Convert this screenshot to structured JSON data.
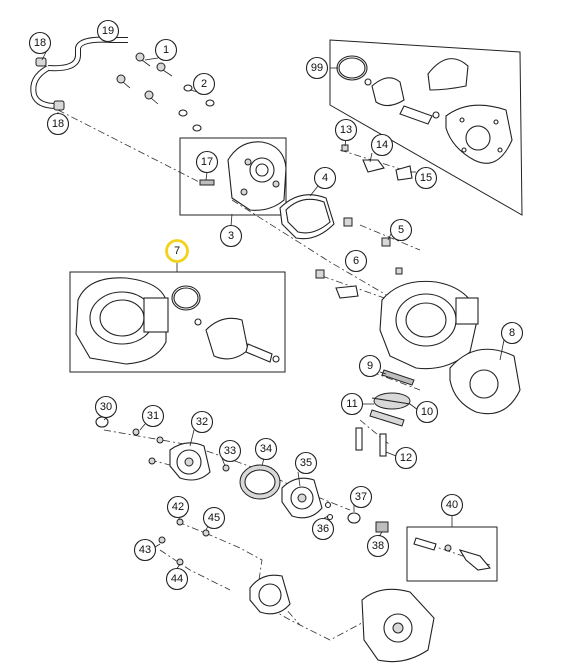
{
  "highlight_color": "#f2d21b",
  "callouts": [
    {
      "id": "c18a",
      "label": "18"
    },
    {
      "id": "c19",
      "label": "19"
    },
    {
      "id": "c1",
      "label": "1"
    },
    {
      "id": "c2",
      "label": "2"
    },
    {
      "id": "c18b",
      "label": "18"
    },
    {
      "id": "c99",
      "label": "99"
    },
    {
      "id": "c13",
      "label": "13"
    },
    {
      "id": "c14",
      "label": "14"
    },
    {
      "id": "c15",
      "label": "15"
    },
    {
      "id": "c17",
      "label": "17"
    },
    {
      "id": "c3",
      "label": "3"
    },
    {
      "id": "c4",
      "label": "4"
    },
    {
      "id": "c5",
      "label": "5"
    },
    {
      "id": "c6",
      "label": "6"
    },
    {
      "id": "c7",
      "label": "7"
    },
    {
      "id": "c8",
      "label": "8"
    },
    {
      "id": "c9",
      "label": "9"
    },
    {
      "id": "c11",
      "label": "11"
    },
    {
      "id": "c10",
      "label": "10"
    },
    {
      "id": "c12",
      "label": "12"
    },
    {
      "id": "c30",
      "label": "30"
    },
    {
      "id": "c31",
      "label": "31"
    },
    {
      "id": "c32",
      "label": "32"
    },
    {
      "id": "c33",
      "label": "33"
    },
    {
      "id": "c34",
      "label": "34"
    },
    {
      "id": "c35",
      "label": "35"
    },
    {
      "id": "c37",
      "label": "37"
    },
    {
      "id": "c36",
      "label": "36"
    },
    {
      "id": "c38",
      "label": "38"
    },
    {
      "id": "c40",
      "label": "40"
    },
    {
      "id": "c42",
      "label": "42"
    },
    {
      "id": "c45",
      "label": "45"
    },
    {
      "id": "c43",
      "label": "43"
    },
    {
      "id": "c44",
      "label": "44"
    }
  ],
  "highlighted_callout": "7"
}
